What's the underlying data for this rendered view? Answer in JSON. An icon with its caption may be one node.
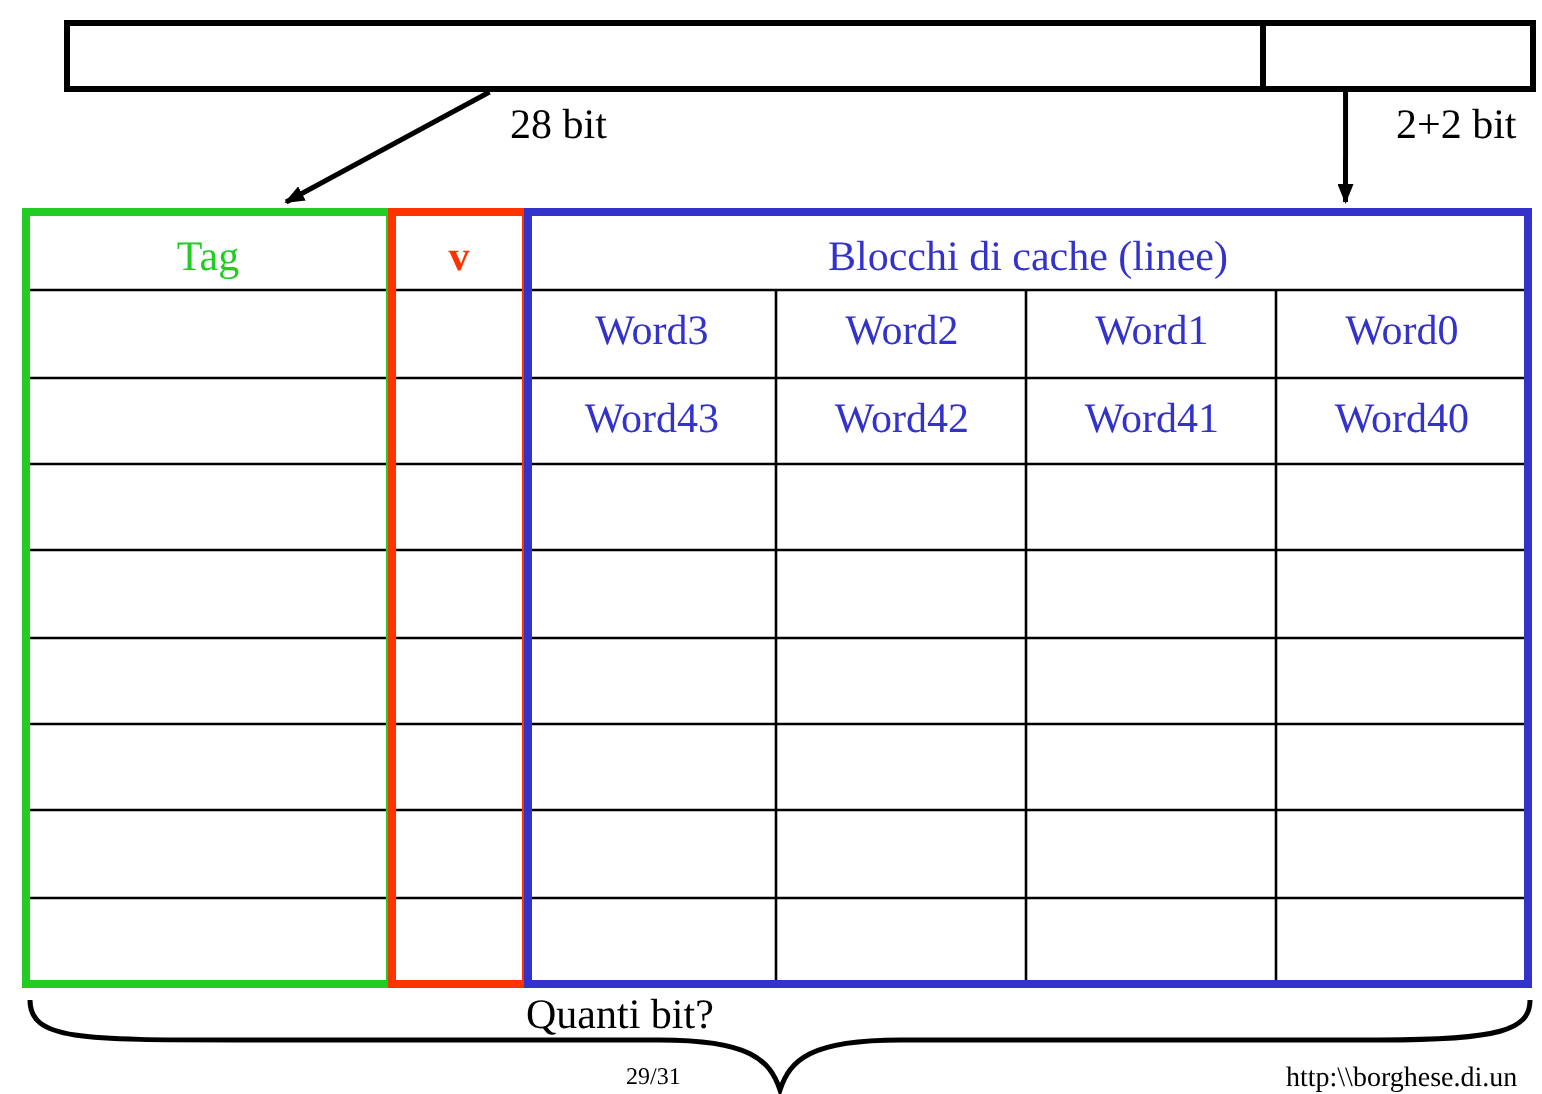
{
  "diagram": {
    "nodes": [
      {
        "text": [],
        "shape": "box"
      },
      {
        "text": [],
        "shape": "box"
      },
      {
        "text": [
          "Tag"
        ]
      },
      {
        "text": [
          "v"
        ]
      },
      {
        "text": [
          "Blocchi di cache (linee)"
        ]
      }
    ],
    "edges": [
      {
        "from": 0,
        "to": 2,
        "arrow": "to",
        "label": "28 bit"
      },
      {
        "from": 1,
        "to": 4,
        "arrow": "to",
        "label": "2+2 bit"
      }
    ],
    "labels": [
      "Word3",
      "Word2",
      "Word1",
      "Word0",
      "Word43",
      "Word42",
      "Word41",
      "Word40",
      "Quanti bit?",
      "29/31",
      "http:\\\\borghese.di.un"
    ]
  }
}
